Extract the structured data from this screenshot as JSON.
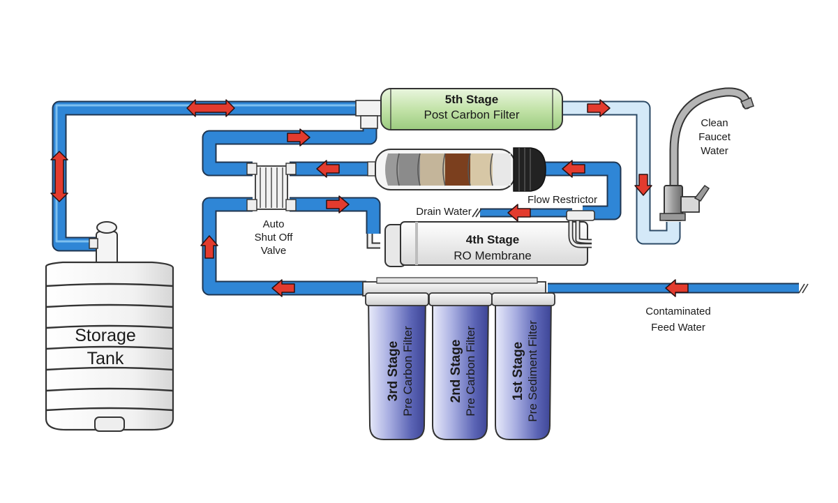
{
  "labels": {
    "stage5_title": "5th Stage",
    "stage5_sub": "Post Carbon Filter",
    "faucet_l1": "Clean",
    "faucet_l2": "Faucet",
    "faucet_l3": "Water",
    "flow_restrictor": "Flow Restrictor",
    "drain_water": "Drain Water",
    "valve_l1": "Auto",
    "valve_l2": "Shut Off",
    "valve_l3": "Valve",
    "stage4_title": "4th Stage",
    "stage4_sub": "RO Membrane",
    "tank_l1": "Storage",
    "tank_l2": "Tank",
    "feed_l1": "Contaminated",
    "feed_l2": "Feed Water",
    "stage3_title": "3rd Stage",
    "stage3_sub": "Pre Carbon Filter",
    "stage2_title": "2nd Stage",
    "stage2_sub": "Pre Carbon Filter",
    "stage1_title": "1st Stage",
    "stage1_sub": "Pre Sediment Filter"
  },
  "colors": {
    "pipe_dark": "#2f86d6",
    "pipe_light": "#cfe6f7",
    "arrow": "#e33b2e",
    "post_filter": "#c8e6b3",
    "canister": "#6a74c0",
    "tank": "#f6f6f6"
  }
}
